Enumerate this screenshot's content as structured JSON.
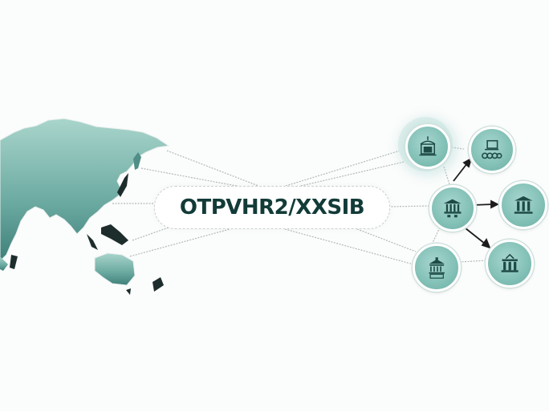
{
  "diagram": {
    "center_label": "OTPVHR2/XXSIB",
    "colors": {
      "map_fill": "#5f9f96",
      "node_fill": "#88c3b9",
      "text": "#123b38",
      "arrow": "#1a1a1a",
      "connector": "#b8bfbe"
    },
    "source": {
      "type": "map",
      "region": "Asia-Pacific"
    },
    "nodes": [
      {
        "id": "bank-top-left",
        "icon": "bank-building-icon"
      },
      {
        "id": "bank-center",
        "icon": "bank-columns-icon"
      },
      {
        "id": "bank-bottom-left",
        "icon": "bank-building-icon"
      },
      {
        "id": "bank-top-right",
        "icon": "computer-payment-icon"
      },
      {
        "id": "bank-middle-right",
        "icon": "bank-columns-icon"
      },
      {
        "id": "bank-bottom-right",
        "icon": "bank-columns-icon"
      }
    ]
  }
}
